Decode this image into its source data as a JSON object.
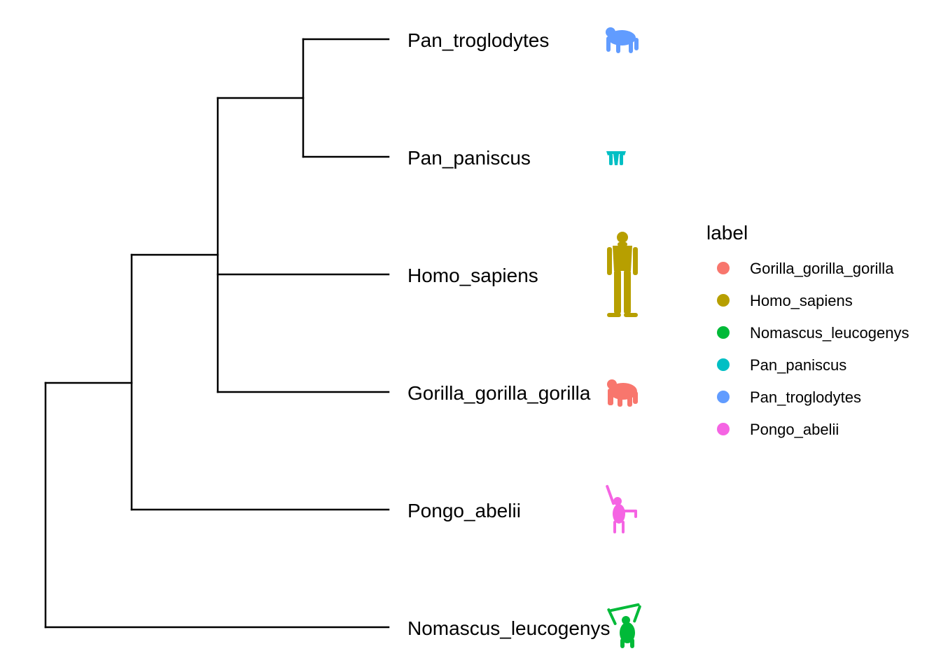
{
  "tips": [
    {
      "label": "Pan_troglodytes",
      "color": "#619CFF",
      "silhouette": "chimpanzee-icon"
    },
    {
      "label": "Pan_paniscus",
      "color": "#00BFC4",
      "silhouette": "bonobo-icon"
    },
    {
      "label": "Homo_sapiens",
      "color": "#B79F00",
      "silhouette": "human-icon"
    },
    {
      "label": "Gorilla_gorilla_gorilla",
      "color": "#F8766D",
      "silhouette": "gorilla-icon"
    },
    {
      "label": "Pongo_abelii",
      "color": "#F564E3",
      "silhouette": "orangutan-icon"
    },
    {
      "label": "Nomascus_leucogenys",
      "color": "#00BA38",
      "silhouette": "gibbon-icon"
    }
  ],
  "legend": {
    "title": "label",
    "items": [
      {
        "label": "Gorilla_gorilla_gorilla",
        "color": "#F8766D"
      },
      {
        "label": "Homo_sapiens",
        "color": "#B79F00"
      },
      {
        "label": "Nomascus_leucogenys",
        "color": "#00BA38"
      },
      {
        "label": "Pan_paniscus",
        "color": "#00BFC4"
      },
      {
        "label": "Pan_troglodytes",
        "color": "#619CFF"
      },
      {
        "label": "Pongo_abelii",
        "color": "#F564E3"
      }
    ]
  },
  "colors": {
    "branch": "#000000",
    "background": "#FFFFFF"
  }
}
